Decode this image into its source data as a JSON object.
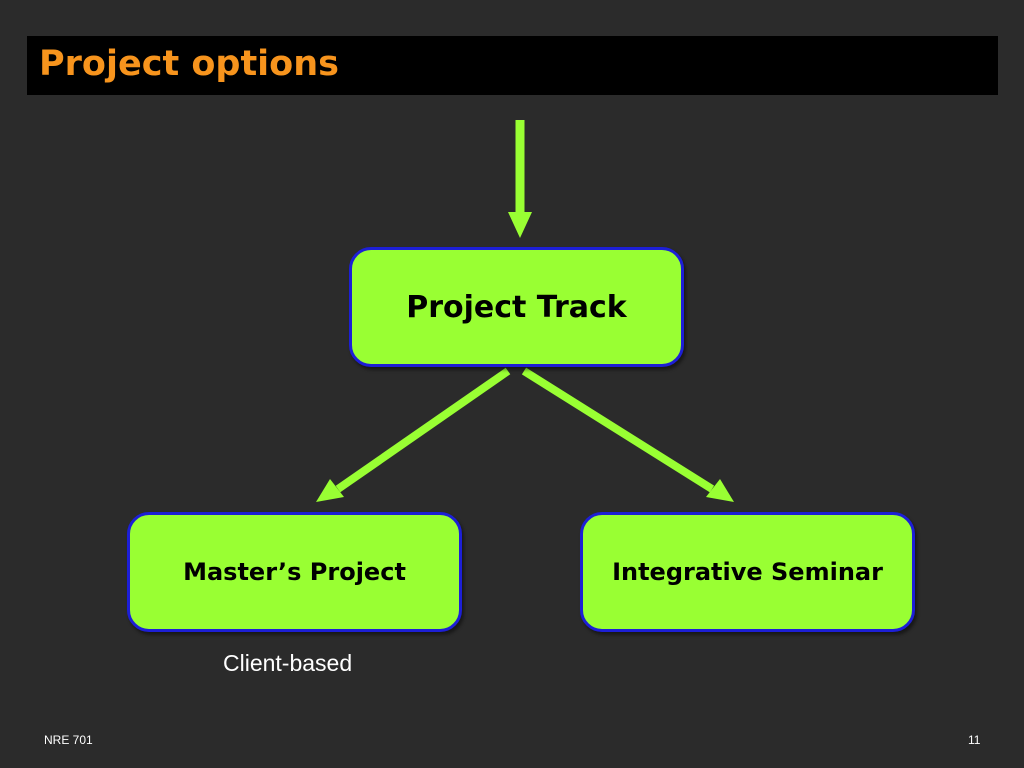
{
  "slide": {
    "title": "Project options",
    "footer_left": "NRE 701",
    "page_number": "11"
  },
  "diagram": {
    "nodes": {
      "main": "Project Track",
      "left": "Master’s Project",
      "right": "Integrative Seminar"
    },
    "note": "Client-based",
    "edges": [
      {
        "from": "top",
        "to": "main"
      },
      {
        "from": "main",
        "to": "left"
      },
      {
        "from": "main",
        "to": "right"
      }
    ]
  },
  "colors": {
    "background": "#2b2b2b",
    "title_bar": "#000000",
    "title_text": "#f7941d",
    "node_fill": "#99ff33",
    "node_border": "#1d1fd6",
    "arrow": "#99ff33",
    "text_light": "#ffffff"
  }
}
